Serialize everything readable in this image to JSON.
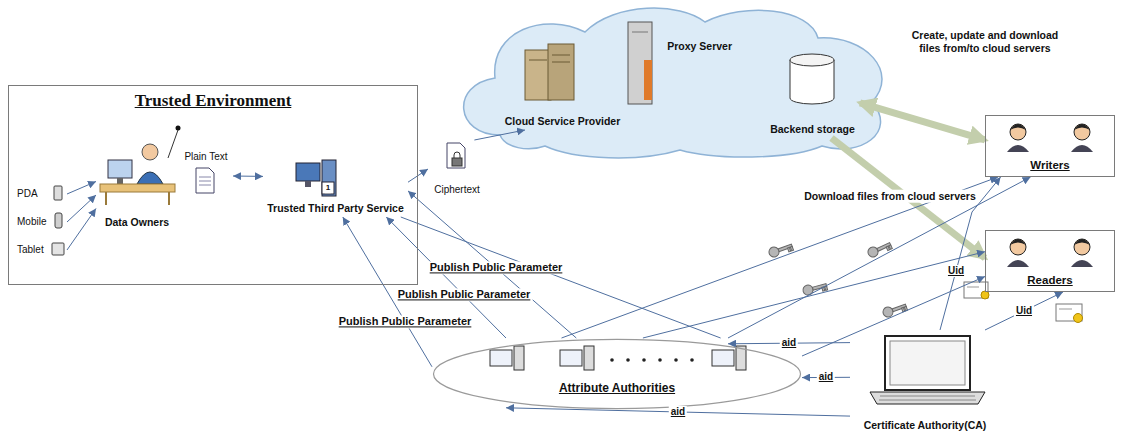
{
  "diagram": {
    "nodes": [
      {
        "text": [
          "Trusted Environment"
        ]
      },
      {
        "text": [
          "PDA"
        ],
        "in": 0
      },
      {
        "text": [
          "Mobile"
        ],
        "in": 0
      },
      {
        "text": [
          "Tablet"
        ],
        "in": 0
      },
      {
        "text": [
          "Data Owners"
        ],
        "in": 0
      },
      {
        "text": [
          "Plain Text"
        ],
        "in": 0
      },
      {
        "text": [
          "Trusted Third Party Service"
        ],
        "in": 0
      },
      {
        "text": [
          "Ciphertext"
        ]
      },
      {
        "text": [
          "Cloud Service Provider"
        ]
      },
      {
        "text": [
          "Proxy Server"
        ]
      },
      {
        "text": [
          "Backend storage"
        ]
      },
      {
        "text": [
          "Writers"
        ]
      },
      {
        "text": [
          "Readers"
        ]
      },
      {
        "text": [
          "Attribute Authorities"
        ]
      },
      {
        "text": [
          "Certificate Authority(CA)"
        ]
      }
    ],
    "edges": [
      {
        "from": 1,
        "to": 4,
        "arrow": "to"
      },
      {
        "from": 2,
        "to": 4,
        "arrow": "to"
      },
      {
        "from": 3,
        "to": 4,
        "arrow": "to"
      },
      {
        "from": 5,
        "to": 6,
        "arrow": "both"
      },
      {
        "from": 6,
        "to": 7,
        "arrow": "to"
      },
      {
        "from": 7,
        "to": 8,
        "arrow": "to"
      },
      {
        "from": 10,
        "to": 11,
        "label": "Create, update and download files from/to cloud servers",
        "arrow": "both"
      },
      {
        "from": 10,
        "to": 12,
        "label": "Download files from cloud servers",
        "arrow": "to"
      },
      {
        "from": 13,
        "to": 6,
        "label": "Publish Public Parameter",
        "arrow": "to"
      },
      {
        "from": 13,
        "to": 6,
        "label": "Publish Public Parameter",
        "arrow": "to"
      },
      {
        "from": 13,
        "to": 6,
        "label": "Publish Public Parameter",
        "arrow": "to"
      },
      {
        "from": 6,
        "to": 13,
        "arrow": "none"
      },
      {
        "from": 13,
        "to": 11,
        "arrow": "to"
      },
      {
        "from": 13,
        "to": 12,
        "arrow": "to"
      },
      {
        "from": 13,
        "to": 11,
        "arrow": "to"
      },
      {
        "from": 13,
        "to": 12,
        "arrow": "to"
      },
      {
        "from": 14,
        "to": 13,
        "label": "aid",
        "arrow": "to"
      },
      {
        "from": 14,
        "to": 13,
        "label": "aid",
        "arrow": "to"
      },
      {
        "from": 14,
        "to": 13,
        "label": "aid",
        "arrow": "to"
      },
      {
        "from": 14,
        "to": 11,
        "label": "Uid",
        "arrow": "to"
      },
      {
        "from": 14,
        "to": 12,
        "label": "Uid",
        "arrow": "to"
      }
    ],
    "labels": [
      "1"
    ]
  }
}
